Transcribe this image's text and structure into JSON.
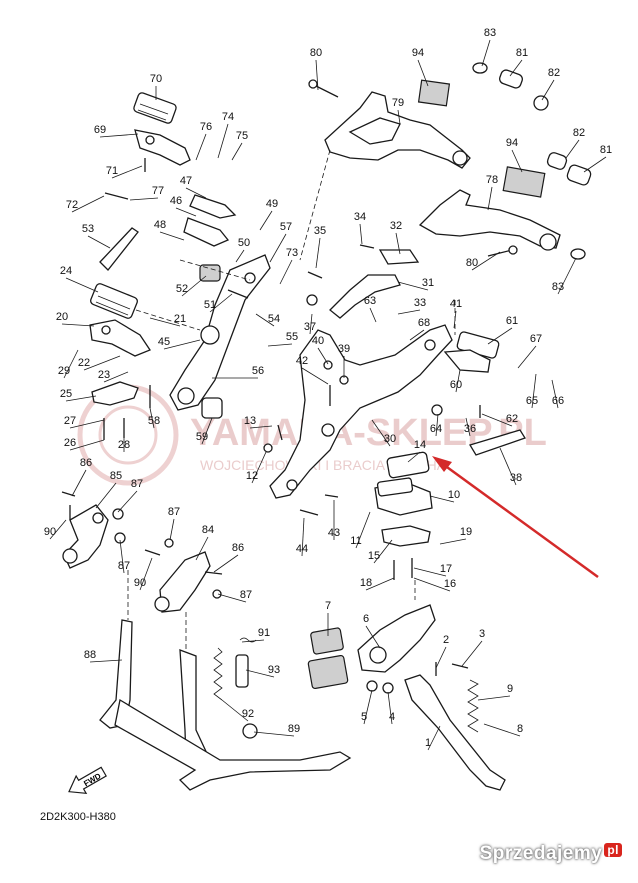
{
  "diagram": {
    "drawing_code": "2D2K300-H380",
    "fwd_label": "FWD",
    "watermark_line1": "YAMAHA-SKLEP.PL",
    "watermark_line2": "WOJCIECHOWSKI I BRACIA YAMAHA",
    "watermark_badge": "YAMAHA",
    "accent_arrow_color": "#d42a2a",
    "callouts": [
      {
        "id": "c80a",
        "label": "80"
      },
      {
        "id": "c94a",
        "label": "94"
      },
      {
        "id": "c83a",
        "label": "83"
      },
      {
        "id": "c81a",
        "label": "81"
      },
      {
        "id": "c82a",
        "label": "82"
      },
      {
        "id": "c79",
        "label": "79"
      },
      {
        "id": "c82b",
        "label": "82"
      },
      {
        "id": "c94b",
        "label": "94"
      },
      {
        "id": "c81b",
        "label": "81"
      },
      {
        "id": "c78",
        "label": "78"
      },
      {
        "id": "c80b",
        "label": "80"
      },
      {
        "id": "c83b",
        "label": "83"
      },
      {
        "id": "c70",
        "label": "70"
      },
      {
        "id": "c69",
        "label": "69"
      },
      {
        "id": "c76",
        "label": "76"
      },
      {
        "id": "c74",
        "label": "74"
      },
      {
        "id": "c75",
        "label": "75"
      },
      {
        "id": "c71",
        "label": "71"
      },
      {
        "id": "c47",
        "label": "47"
      },
      {
        "id": "c72",
        "label": "72"
      },
      {
        "id": "c77",
        "label": "77"
      },
      {
        "id": "c46",
        "label": "46"
      },
      {
        "id": "c49",
        "label": "49"
      },
      {
        "id": "c48",
        "label": "48"
      },
      {
        "id": "c50",
        "label": "50"
      },
      {
        "id": "c53",
        "label": "53"
      },
      {
        "id": "c57",
        "label": "57"
      },
      {
        "id": "c73",
        "label": "73"
      },
      {
        "id": "c34",
        "label": "34"
      },
      {
        "id": "c32",
        "label": "32"
      },
      {
        "id": "c35",
        "label": "35"
      },
      {
        "id": "c24",
        "label": "24"
      },
      {
        "id": "c52",
        "label": "52"
      },
      {
        "id": "c31",
        "label": "31"
      },
      {
        "id": "c51",
        "label": "51"
      },
      {
        "id": "c63",
        "label": "63"
      },
      {
        "id": "c33",
        "label": "33"
      },
      {
        "id": "c41",
        "label": "41"
      },
      {
        "id": "c37",
        "label": "37"
      },
      {
        "id": "c20",
        "label": "20"
      },
      {
        "id": "c21",
        "label": "21"
      },
      {
        "id": "c54",
        "label": "54"
      },
      {
        "id": "c68",
        "label": "68"
      },
      {
        "id": "c61",
        "label": "61"
      },
      {
        "id": "c55",
        "label": "55"
      },
      {
        "id": "c45",
        "label": "45"
      },
      {
        "id": "c40",
        "label": "40"
      },
      {
        "id": "c67",
        "label": "67"
      },
      {
        "id": "c29",
        "label": "29"
      },
      {
        "id": "c22",
        "label": "22"
      },
      {
        "id": "c42",
        "label": "42"
      },
      {
        "id": "c39",
        "label": "39"
      },
      {
        "id": "c23",
        "label": "23"
      },
      {
        "id": "c56",
        "label": "56"
      },
      {
        "id": "c60",
        "label": "60"
      },
      {
        "id": "c25",
        "label": "25"
      },
      {
        "id": "c58",
        "label": "58"
      },
      {
        "id": "c65",
        "label": "65"
      },
      {
        "id": "c66",
        "label": "66"
      },
      {
        "id": "c27",
        "label": "27"
      },
      {
        "id": "c64",
        "label": "64"
      },
      {
        "id": "c36",
        "label": "36"
      },
      {
        "id": "c62",
        "label": "62"
      },
      {
        "id": "c26",
        "label": "26"
      },
      {
        "id": "c28",
        "label": "28"
      },
      {
        "id": "c59",
        "label": "59"
      },
      {
        "id": "c13",
        "label": "13"
      },
      {
        "id": "c30",
        "label": "30"
      },
      {
        "id": "c14",
        "label": "14"
      },
      {
        "id": "c12",
        "label": "12"
      },
      {
        "id": "c38",
        "label": "38"
      },
      {
        "id": "c86a",
        "label": "86"
      },
      {
        "id": "c85",
        "label": "85"
      },
      {
        "id": "c87a",
        "label": "87"
      },
      {
        "id": "c10",
        "label": "10"
      },
      {
        "id": "c90a",
        "label": "90"
      },
      {
        "id": "c43",
        "label": "43"
      },
      {
        "id": "c11",
        "label": "11"
      },
      {
        "id": "c19",
        "label": "19"
      },
      {
        "id": "c44",
        "label": "44"
      },
      {
        "id": "c87b",
        "label": "87"
      },
      {
        "id": "c84",
        "label": "84"
      },
      {
        "id": "c87c",
        "label": "87"
      },
      {
        "id": "c15",
        "label": "15"
      },
      {
        "id": "c17",
        "label": "17"
      },
      {
        "id": "c86b",
        "label": "86"
      },
      {
        "id": "c90b",
        "label": "90"
      },
      {
        "id": "c18",
        "label": "18"
      },
      {
        "id": "c16",
        "label": "16"
      },
      {
        "id": "c87d",
        "label": "87"
      },
      {
        "id": "c7",
        "label": "7"
      },
      {
        "id": "c6",
        "label": "6"
      },
      {
        "id": "c91",
        "label": "91"
      },
      {
        "id": "c2",
        "label": "2"
      },
      {
        "id": "c3",
        "label": "3"
      },
      {
        "id": "c88",
        "label": "88"
      },
      {
        "id": "c93",
        "label": "93"
      },
      {
        "id": "c9",
        "label": "9"
      },
      {
        "id": "c5",
        "label": "5"
      },
      {
        "id": "c4",
        "label": "4"
      },
      {
        "id": "c92",
        "label": "92"
      },
      {
        "id": "c8",
        "label": "8"
      },
      {
        "id": "c89",
        "label": "89"
      },
      {
        "id": "c1",
        "label": "1"
      }
    ]
  },
  "branding": {
    "site_name": "Sprzedajemy",
    "badge": "pl"
  }
}
